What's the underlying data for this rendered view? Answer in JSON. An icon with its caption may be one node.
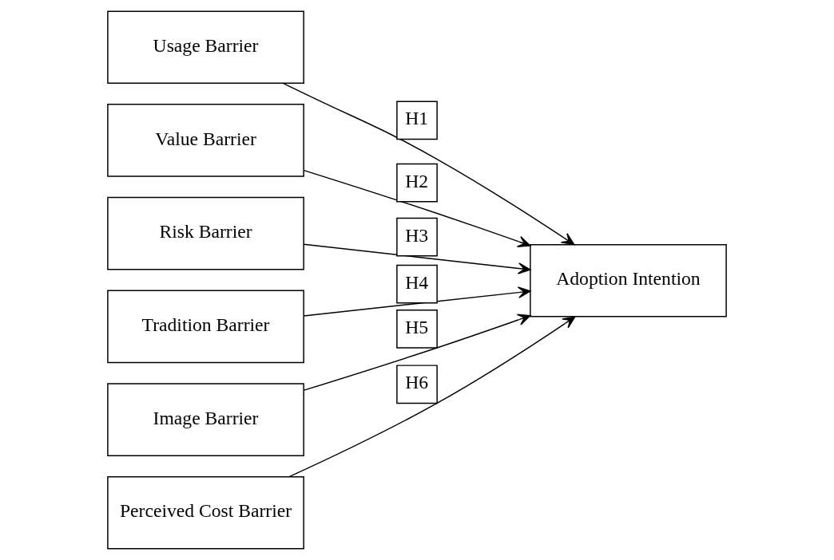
{
  "diagram": {
    "nodes": [
      {
        "text": [
          "Usage Barrier"
        ]
      },
      {
        "text": [
          "Value Barrier"
        ]
      },
      {
        "text": [
          "Risk Barrier"
        ]
      },
      {
        "text": [
          "Tradition Barrier"
        ]
      },
      {
        "text": [
          "Image Barrier"
        ]
      },
      {
        "text": [
          "Perceived Cost Barrier"
        ]
      },
      {
        "text": [
          "Adoption Intention"
        ]
      }
    ],
    "edges": [
      {
        "from": 0,
        "to": 6,
        "arrow": "to",
        "label": "H1"
      },
      {
        "from": 1,
        "to": 6,
        "arrow": "to",
        "label": "H2"
      },
      {
        "from": 2,
        "to": 6,
        "arrow": "to",
        "label": "H3"
      },
      {
        "from": 3,
        "to": 6,
        "arrow": "to",
        "label": "H4"
      },
      {
        "from": 4,
        "to": 6,
        "arrow": "to",
        "label": "H5"
      },
      {
        "from": 5,
        "to": 6,
        "arrow": "to",
        "label": "H6"
      }
    ]
  }
}
